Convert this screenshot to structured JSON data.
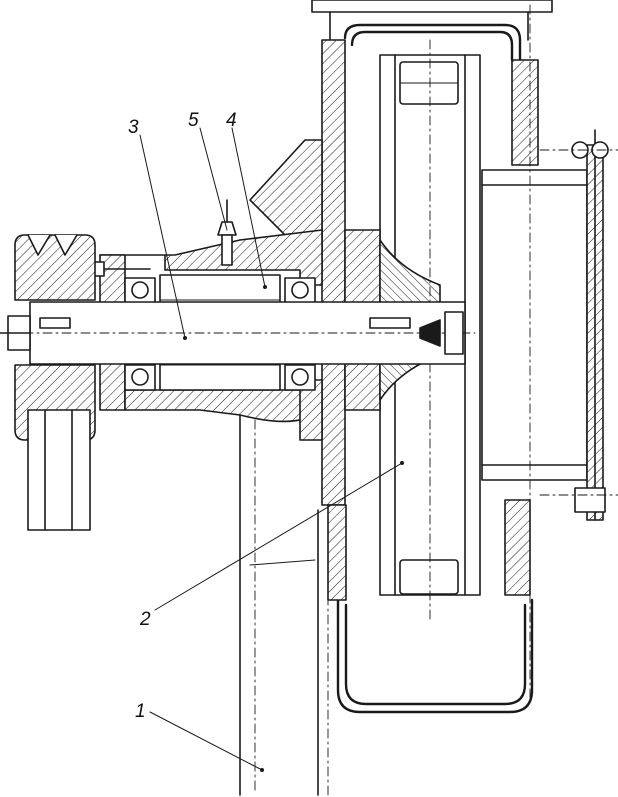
{
  "labels": {
    "label_1": "1",
    "label_2": "2",
    "label_3": "3",
    "label_4": "4",
    "label_5": "5"
  }
}
